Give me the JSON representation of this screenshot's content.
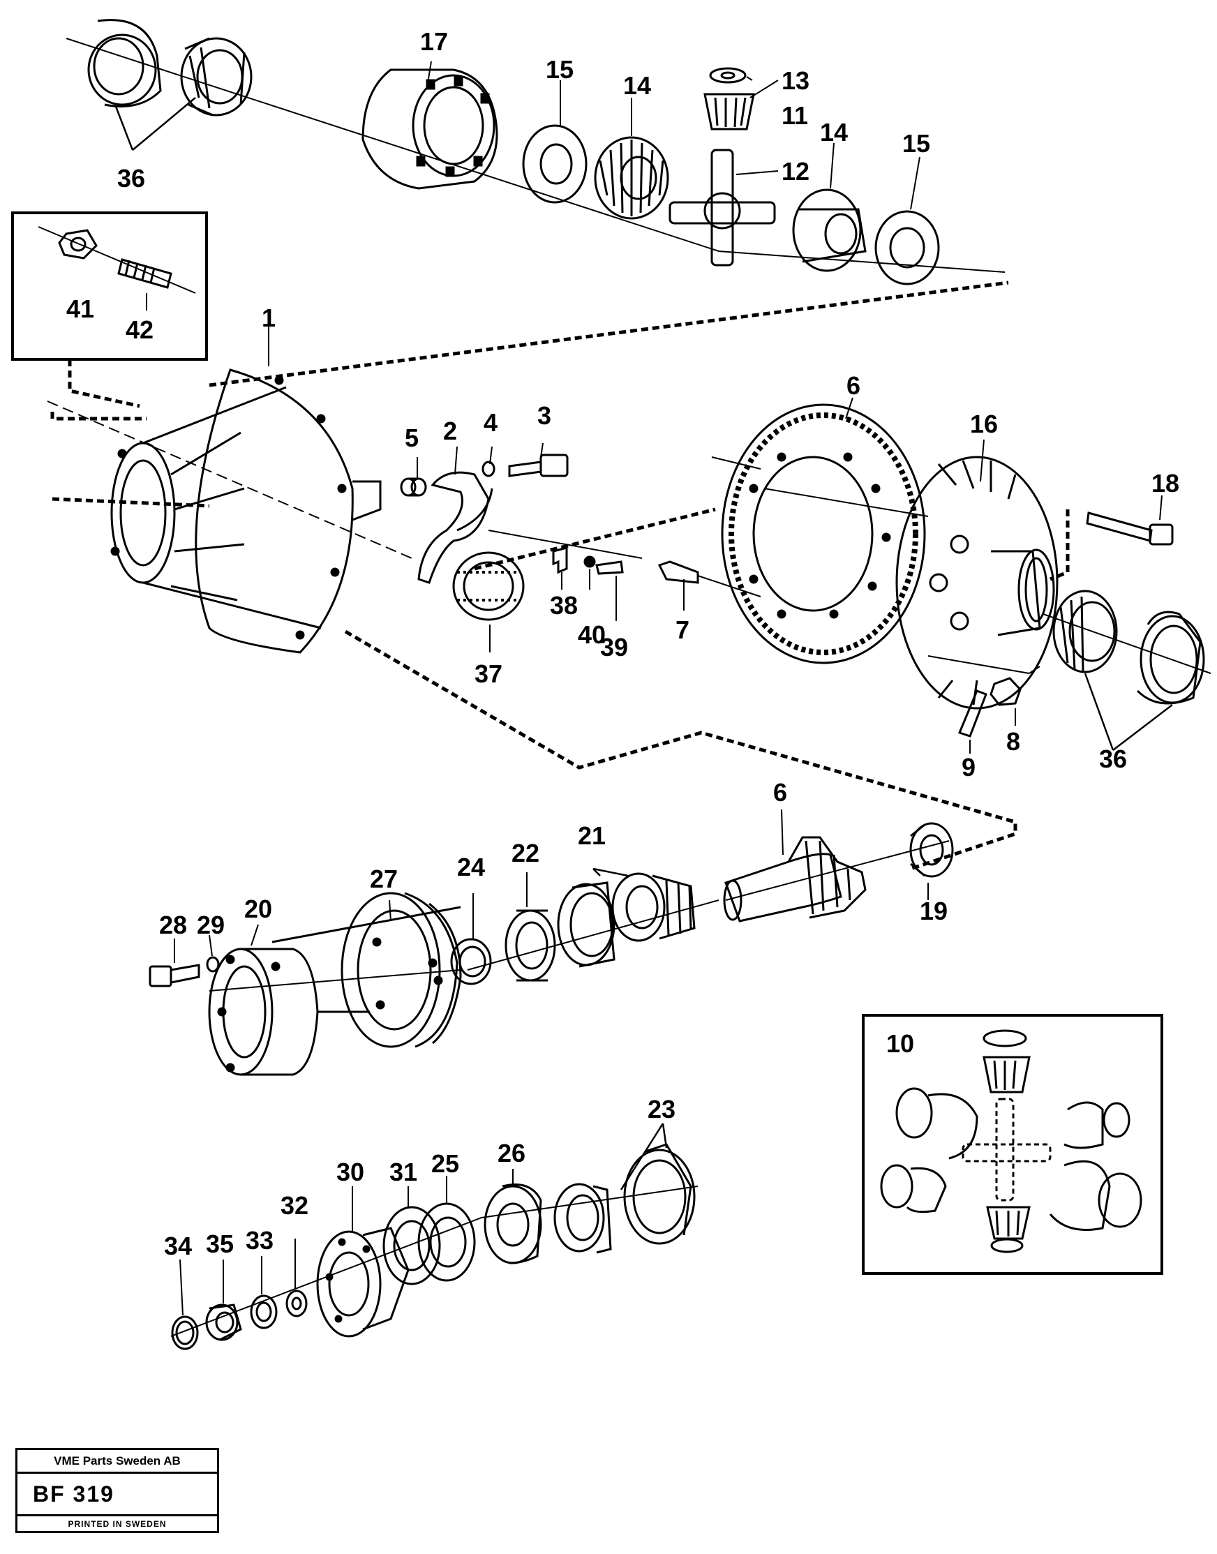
{
  "callouts": {
    "c1": "1",
    "c2": "2",
    "c3": "3",
    "c4": "4",
    "c5": "5",
    "c6a": "6",
    "c6b": "6",
    "c7": "7",
    "c8": "8",
    "c9": "9",
    "c10": "10",
    "c11": "11",
    "c12": "12",
    "c13": "13",
    "c14a": "14",
    "c14b": "14",
    "c15a": "15",
    "c15b": "15",
    "c16": "16",
    "c17": "17",
    "c18": "18",
    "c19": "19",
    "c20": "20",
    "c21": "21",
    "c22": "22",
    "c23": "23",
    "c24": "24",
    "c25": "25",
    "c26": "26",
    "c27": "27",
    "c28": "28",
    "c29": "29",
    "c30": "30",
    "c31": "31",
    "c32": "32",
    "c33": "33",
    "c34": "34",
    "c35": "35",
    "c36a": "36",
    "c36b": "36",
    "c37": "37",
    "c38": "38",
    "c39": "39",
    "c40": "40",
    "c41": "41",
    "c42": "42"
  },
  "stamp": {
    "company": "VME Parts Sweden AB",
    "code": "BF 319",
    "printed": "PRINTED IN SWEDEN"
  }
}
